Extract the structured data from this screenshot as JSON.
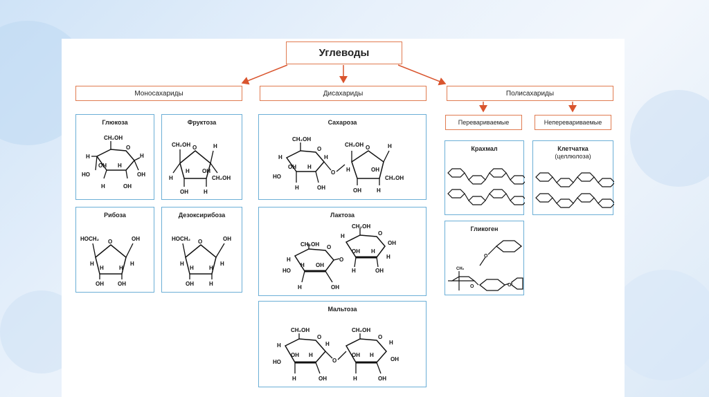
{
  "root": {
    "label": "Углеводы"
  },
  "categories": {
    "mono": "Моносахариды",
    "di": "Дисахариды",
    "poly": "Полисахариды"
  },
  "poly_sub": {
    "digestible": "Перевариваемые",
    "indigestible": "Неперевариваемые"
  },
  "monosaccharides": [
    {
      "name": "Глюкоза"
    },
    {
      "name": "Фруктоза"
    },
    {
      "name": "Рибоза"
    },
    {
      "name": "Дезоксирибоза"
    }
  ],
  "disaccharides": [
    {
      "name": "Сахароза"
    },
    {
      "name": "Лактоза"
    },
    {
      "name": "Мальтоза"
    }
  ],
  "polysaccharides": [
    {
      "name": "Крахмал"
    },
    {
      "name": "Клетчатка\n(целлюлоза)",
      "line1": "Клетчатка",
      "line2": "(целлюлоза)"
    },
    {
      "name": "Гликоген"
    }
  ],
  "labels": {
    "ch2oh": "CH₂OH",
    "hoch2": "HOCH₂",
    "oh": "OH",
    "ho": "HO",
    "h": "H",
    "o": "O",
    "ch2": "CH₂"
  },
  "colors": {
    "header_border": "#e07a4f",
    "card_border": "#6aaed6",
    "arrow": "#d9552e"
  }
}
